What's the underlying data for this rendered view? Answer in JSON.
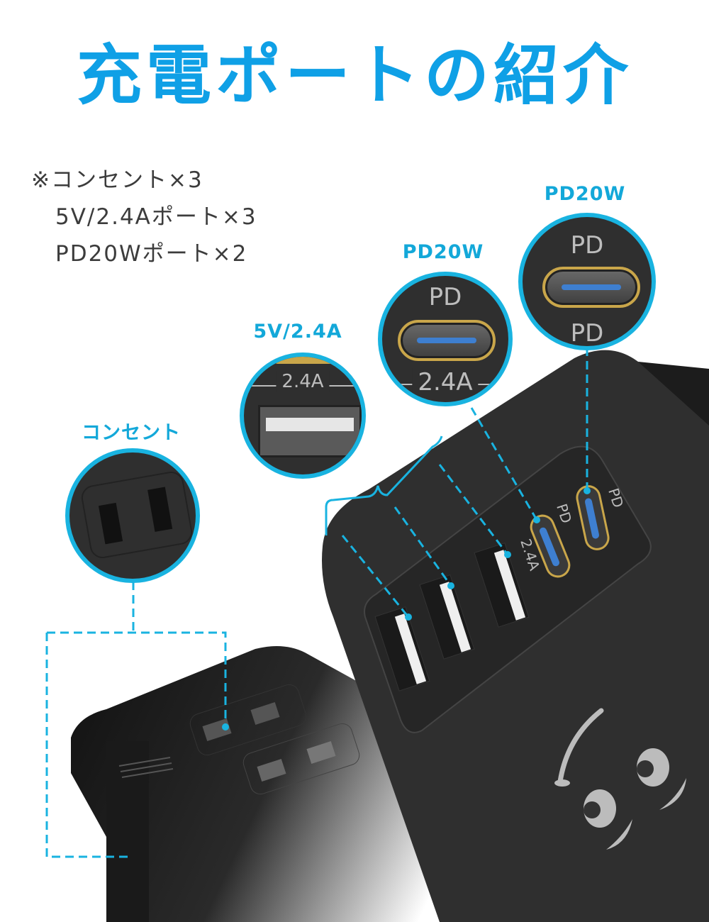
{
  "title": "充電ポートの紹介",
  "specs": {
    "lines": [
      "※コンセント×3",
      "5V/2.4Aポート×3",
      "PD20Wポート×2"
    ]
  },
  "callouts": {
    "outlet": {
      "label": "コンセント"
    },
    "usb_a": {
      "label": "5V/2.4A",
      "marking": "2.4A"
    },
    "usb_c_1": {
      "label": "PD20W",
      "marking_top": "PD",
      "marking_bottom": "2.4A"
    },
    "usb_c_2": {
      "label": "PD20W",
      "marking_top": "PD",
      "marking_bottom": "PD"
    }
  },
  "device": {
    "port_group_marking": "2.4A",
    "usb_c_markings": [
      "PD",
      "PD"
    ]
  },
  "colors": {
    "accent": "#0fa0e6",
    "callout_border": "#19b3e0",
    "text": "#3c3c3c",
    "device_body": "#2f2f2f",
    "usb_c_ring": "#c9a64a",
    "usb_c_tongue": "#3e7fd0"
  }
}
